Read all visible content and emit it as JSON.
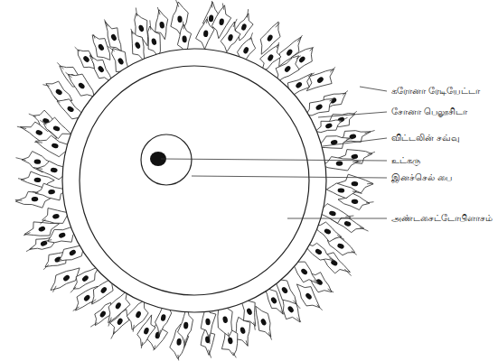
{
  "diagram": {
    "labels": [
      "கரோனா ரேடியேட்டா",
      "சோனா பெலூசிடா",
      "விட்டலின் சவ்வு",
      "உட்கரு",
      "இனச்செல் பை",
      "அண்டசைட்டோபிளாசம்"
    ]
  }
}
